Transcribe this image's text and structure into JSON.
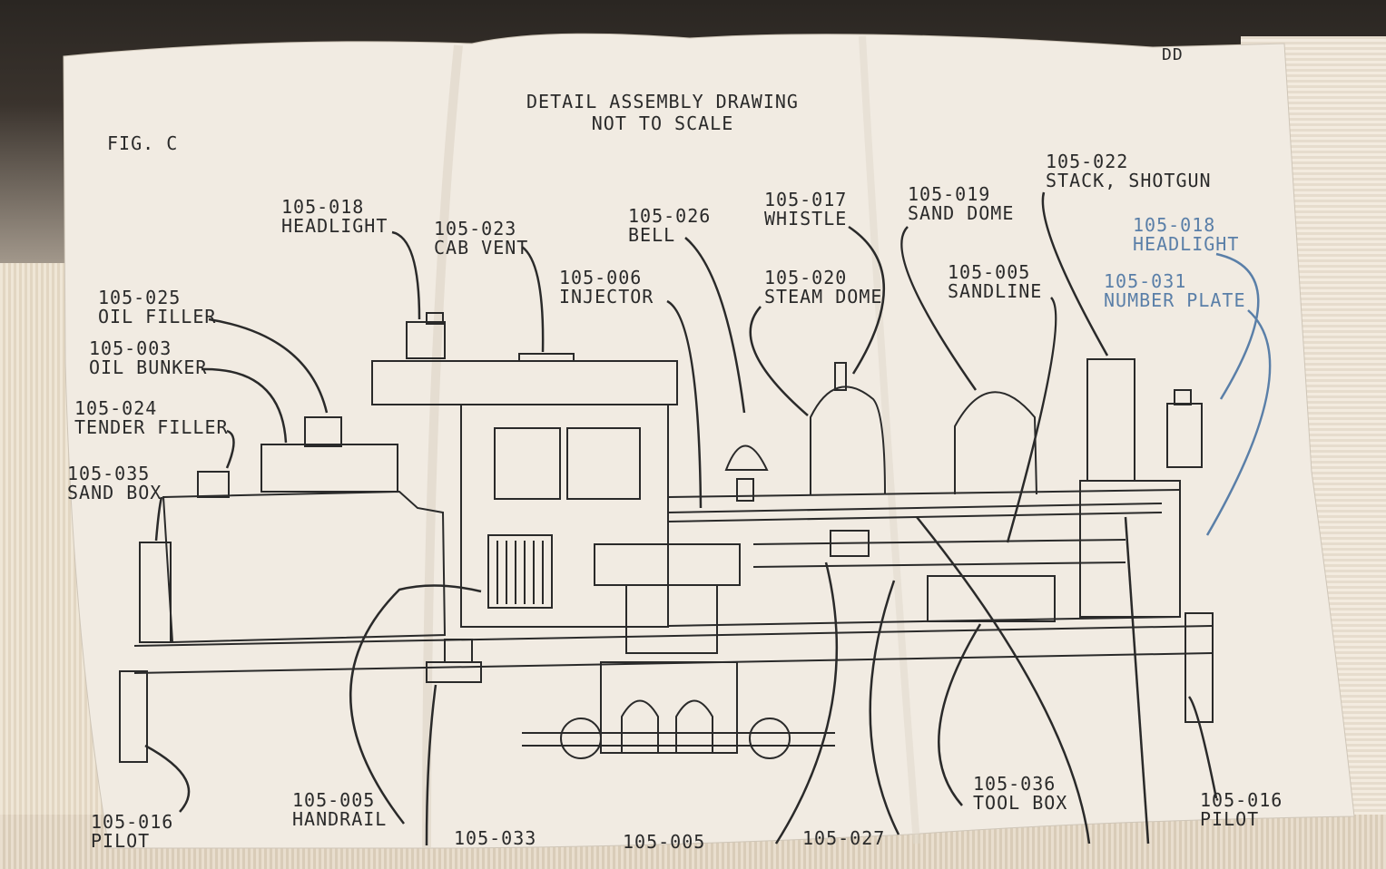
{
  "header": {
    "title_line1": "DETAIL ASSEMBLY DRAWING",
    "title_line2": "NOT TO SCALE",
    "figure": "FIG. C",
    "corner_mark": "DD"
  },
  "labels": [
    {
      "id": "headlight-rear",
      "num": "105-018",
      "text": "HEADLIGHT"
    },
    {
      "id": "cab-vent",
      "num": "105-023",
      "text": "CAB VENT"
    },
    {
      "id": "bell",
      "num": "105-026",
      "text": "BELL"
    },
    {
      "id": "whistle",
      "num": "105-017",
      "text": "WHISTLE"
    },
    {
      "id": "sand-dome",
      "num": "105-019",
      "text": "SAND DOME"
    },
    {
      "id": "stack",
      "num": "105-022",
      "text": "STACK, SHOTGUN"
    },
    {
      "id": "headlight-front",
      "num": "105-018",
      "text": "HEADLIGHT"
    },
    {
      "id": "oil-filler",
      "num": "105-025",
      "text": "OIL FILLER"
    },
    {
      "id": "oil-bunker",
      "num": "105-003",
      "text": "OIL BUNKER"
    },
    {
      "id": "injector",
      "num": "105-006",
      "text": "INJECTOR"
    },
    {
      "id": "steam-dome",
      "num": "105-020",
      "text": "STEAM DOME"
    },
    {
      "id": "sandline",
      "num": "105-005",
      "text": "SANDLINE"
    },
    {
      "id": "number-plate",
      "num": "105-031",
      "text": "NUMBER PLATE"
    },
    {
      "id": "tender-filler",
      "num": "105-024",
      "text": "TENDER FILLER"
    },
    {
      "id": "sand-box",
      "num": "105-035",
      "text": "SAND BOX"
    },
    {
      "id": "pilot-rear",
      "num": "105-016",
      "text": "PILOT"
    },
    {
      "id": "handrail",
      "num": "105-005",
      "text": "HANDRAIL"
    },
    {
      "id": "part-033",
      "num": "105-033",
      "text": ""
    },
    {
      "id": "part-005-bottom",
      "num": "105-005",
      "text": ""
    },
    {
      "id": "part-027",
      "num": "105-027",
      "text": ""
    },
    {
      "id": "tool-box",
      "num": "105-036",
      "text": "TOOL BOX"
    },
    {
      "id": "pilot-front",
      "num": "105-016",
      "text": "PILOT"
    }
  ],
  "colors": {
    "paper": "#f1ebe2",
    "ink": "#2a2a2a",
    "faded_ink": "#5a7fa8"
  }
}
